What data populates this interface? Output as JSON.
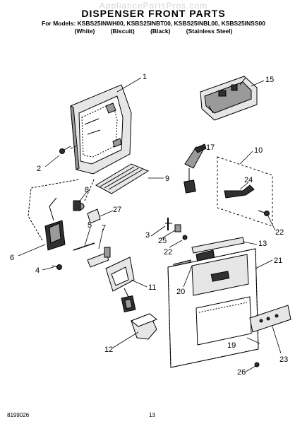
{
  "header": {
    "watermark": "AppliancePartsPros.com",
    "title": "DISPENSER FRONT PARTS",
    "models_line": "For Models: KSBS25INWH00, KSBS25INBT00, KSBS25INBL00, KSBS25INSS00",
    "colors": [
      "(White)",
      "(Biscuit)",
      "(Black)",
      "(Stainless Steel)"
    ]
  },
  "callouts": [
    "1",
    "2",
    "3",
    "4",
    "5",
    "6",
    "7",
    "8",
    "9",
    "10",
    "11",
    "12",
    "13",
    "15",
    "17",
    "19",
    "20",
    "21",
    "22",
    "22",
    "23",
    "24",
    "25",
    "26",
    "27"
  ],
  "footer": {
    "doc_number": "8199026",
    "page_number": "13"
  },
  "palette": {
    "line": "#000000",
    "fill_light": "#e6e6e6",
    "fill_mid": "#9a9a9a",
    "fill_dark": "#303030"
  }
}
